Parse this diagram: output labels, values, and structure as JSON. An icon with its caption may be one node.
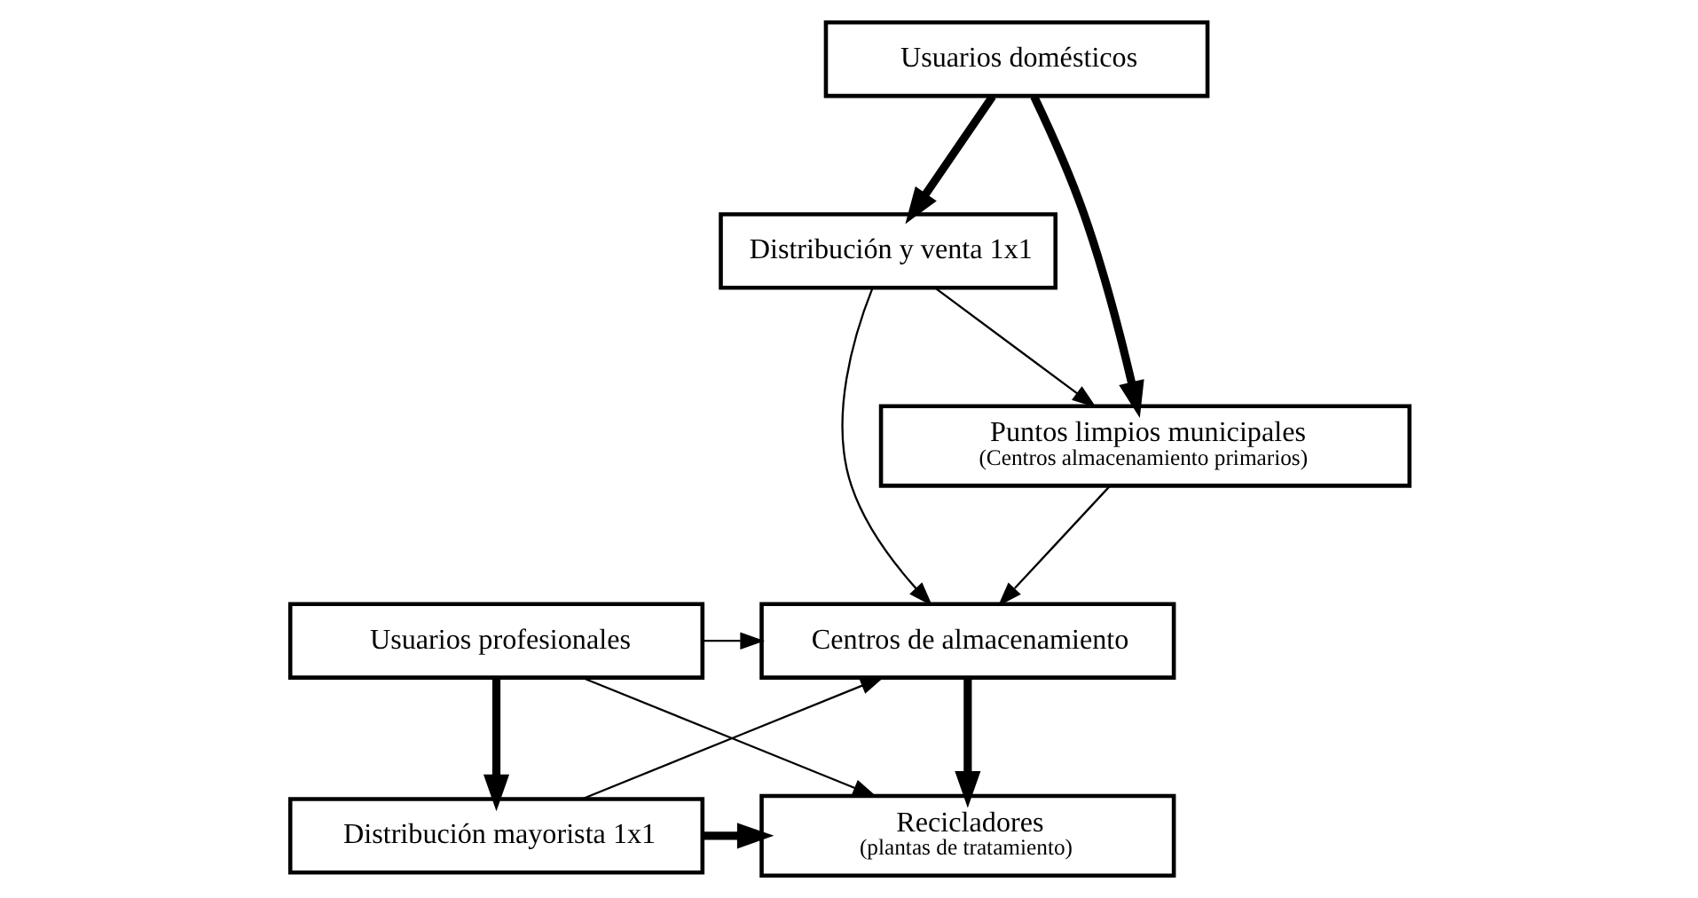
{
  "diagram": {
    "nodes": [
      {
        "text": [
          "Distribución y venta 1x1"
        ]
      },
      {
        "text": [
          "Usuarios domésticos"
        ]
      },
      {
        "text": [
          "Puntos limpios municipales",
          "(Centros almacenamiento primarios)"
        ]
      },
      {
        "text": [
          "Centros de almacenamiento"
        ]
      },
      {
        "text": [
          "Usuarios profesionales"
        ]
      },
      {
        "text": [
          "Recicladores",
          "(plantas de tratamiento)"
        ]
      },
      {
        "text": [
          "Distribución mayorista 1x1"
        ]
      }
    ],
    "edges": [
      {
        "from": 1,
        "to": 0,
        "arrow": "to",
        "style": "thick"
      },
      {
        "from": 1,
        "to": 2,
        "arrow": "to",
        "style": "thick"
      },
      {
        "from": 0,
        "to": 2,
        "arrow": "to"
      },
      {
        "from": 0,
        "to": 3,
        "arrow": "to"
      },
      {
        "from": 2,
        "to": 3,
        "arrow": "to"
      },
      {
        "from": 3,
        "to": 5,
        "arrow": "to",
        "style": "thick"
      },
      {
        "from": 4,
        "to": 3,
        "arrow": "to"
      },
      {
        "from": 4,
        "to": 5,
        "arrow": "to"
      },
      {
        "from": 4,
        "to": 6,
        "arrow": "to",
        "style": "thick"
      },
      {
        "from": 6,
        "to": 5,
        "arrow": "to",
        "style": "thick"
      },
      {
        "from": 6,
        "to": 3,
        "arrow": "to"
      }
    ]
  }
}
